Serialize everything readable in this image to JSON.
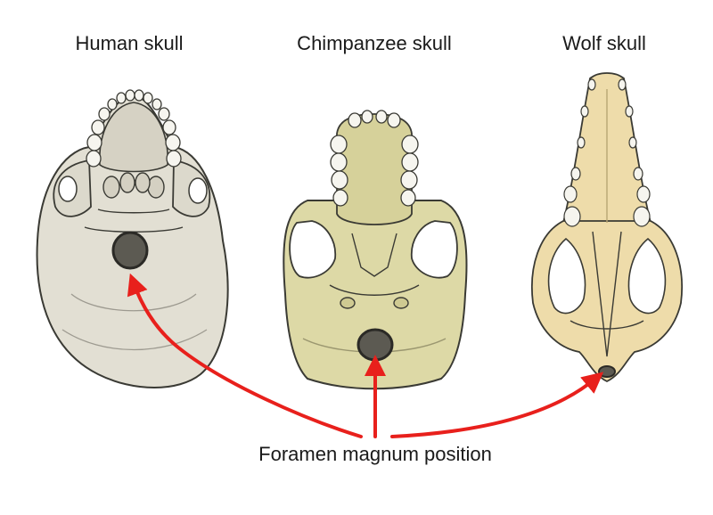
{
  "labels": {
    "human": "Human skull",
    "chimpanzee": "Chimpanzee skull",
    "wolf": "Wolf skull",
    "caption": "Foramen magnum position"
  },
  "colors": {
    "human_bone": "#e2dfd3",
    "chimp_bone": "#ddd9a6",
    "wolf_bone": "#eedcaa",
    "outline": "#3a3a34",
    "foramen": "#5c5a52",
    "arrow": "#e8201c",
    "text": "#1a1a1a"
  }
}
